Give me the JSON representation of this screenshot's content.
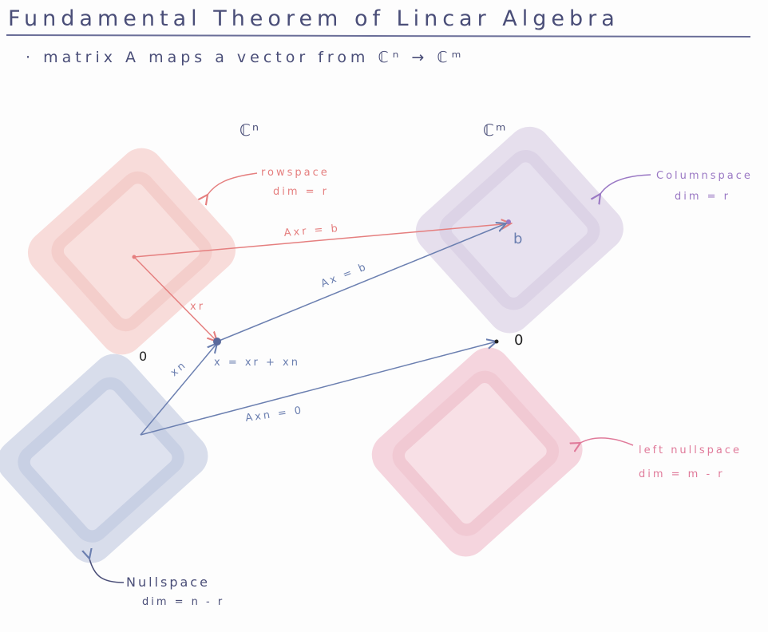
{
  "title": "Fundamental Theorem of Lincar Algebra",
  "subtitle": "· matrix   A   maps  a  vector  from  ℂⁿ → ℂᵐ",
  "domain_space": "ℂⁿ",
  "codomain_space": "ℂᵐ",
  "rowspace": {
    "name": "rowspace",
    "dim": "dim = r"
  },
  "columnspace": {
    "name": "Columnspace",
    "dim": "dim = r"
  },
  "nullspace": {
    "name": "Nullspace",
    "dim": "dim = n - r"
  },
  "left_nullspace": {
    "name": "left nullspace",
    "dim": "dim = m - r"
  },
  "vectors": {
    "axr": "Axr = b",
    "ax": "Ax = b",
    "axn": "Axn = 0",
    "xr": "xr",
    "xn": "xn",
    "x_sum": "x = xr + xn",
    "b": "b",
    "zero_right": "0",
    "zero_left": "0"
  },
  "colors": {
    "ink": "#4a4e78",
    "pink_ink": "#e57f7f",
    "blue_ink": "#6b7fb0",
    "purple_ink": "#9a78c4",
    "rose_ink": "#e07a9a",
    "rowspace_fill": "#f7d6d3",
    "columnspace_fill": "#e3dceb",
    "nullspace_fill": "#d6dbea",
    "left_nullspace_fill": "#f4d3dc"
  }
}
